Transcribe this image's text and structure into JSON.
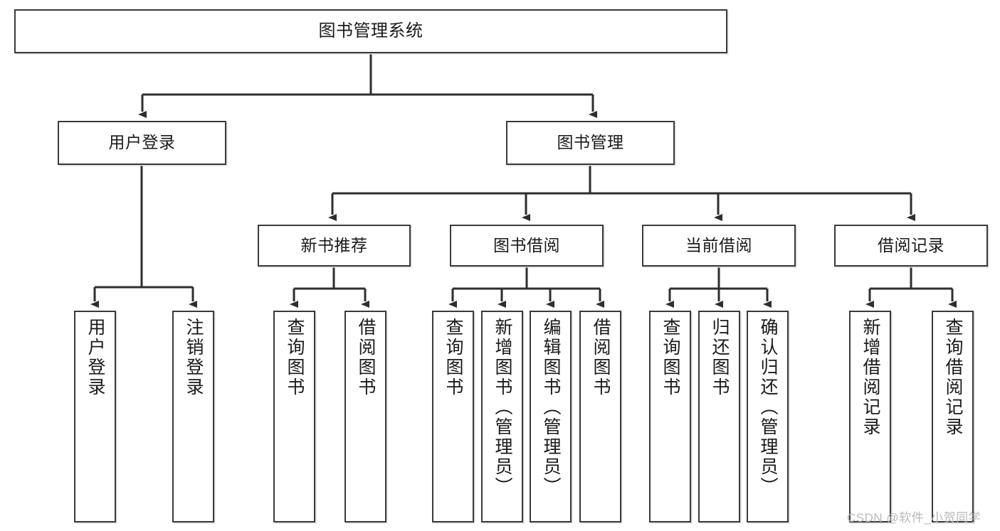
{
  "diagram": {
    "type": "tree-hierarchy",
    "title": "图书管理系统",
    "watermark": "CSDN @软件_小贺同学",
    "colors": {
      "box_border": "#3a3a3a",
      "box_fill": "#ffffff",
      "connector": "#2e2e2e",
      "text": "#1a1a1a",
      "watermark": "#b9b9b9"
    },
    "nodes": {
      "root": {
        "label": "图书管理系统"
      },
      "level2": [
        {
          "id": "user-login",
          "label": "用户登录"
        },
        {
          "id": "book-manage",
          "label": "图书管理"
        }
      ],
      "level3": [
        {
          "id": "new-book-recommend",
          "label": "新书推荐"
        },
        {
          "id": "book-borrow",
          "label": "图书借阅"
        },
        {
          "id": "current-borrow",
          "label": "当前借阅"
        },
        {
          "id": "borrow-record",
          "label": "借阅记录"
        }
      ],
      "leaves": {
        "user-login": [
          {
            "id": "leaf-user-login",
            "label": "用户登录"
          },
          {
            "id": "leaf-user-logout",
            "label": "注销登录"
          }
        ],
        "new-book-recommend": [
          {
            "id": "leaf-query-book-1",
            "label": "查询图书"
          },
          {
            "id": "leaf-borrow-book-1",
            "label": "借阅图书"
          }
        ],
        "book-borrow": [
          {
            "id": "leaf-query-book-2",
            "label": "查询图书"
          },
          {
            "id": "leaf-add-book",
            "label": "新增图书（管理员）"
          },
          {
            "id": "leaf-edit-book",
            "label": "编辑图书（管理员）"
          },
          {
            "id": "leaf-borrow-book-2",
            "label": "借阅图书"
          }
        ],
        "current-borrow": [
          {
            "id": "leaf-query-book-3",
            "label": "查询图书"
          },
          {
            "id": "leaf-return-book",
            "label": "归还图书"
          },
          {
            "id": "leaf-confirm-return",
            "label": "确认归还（管理员）"
          }
        ],
        "borrow-record": [
          {
            "id": "leaf-add-record",
            "label": "新增借阅记录"
          },
          {
            "id": "leaf-query-record",
            "label": "查询借阅记录"
          }
        ]
      }
    }
  }
}
